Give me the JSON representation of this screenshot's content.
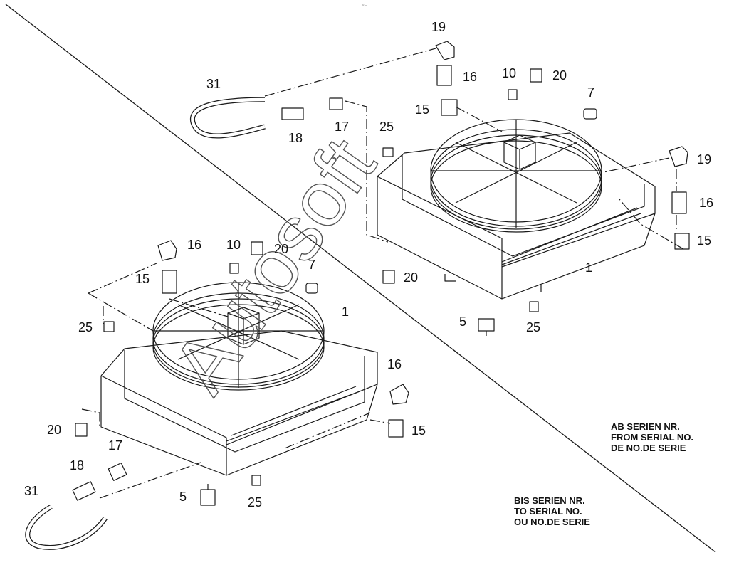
{
  "diagram": {
    "callouts": {
      "r31": "31",
      "r18": "18",
      "r17": "17",
      "r19a": "19",
      "r16a": "16",
      "r15a": "15",
      "r10": "10",
      "r20a": "20",
      "r7": "7",
      "r25a": "25",
      "r19b": "19",
      "r16b": "16",
      "r15b": "15",
      "r20b": "20",
      "r1": "1",
      "r5": "5",
      "r25b": "25",
      "l16a": "16",
      "l10": "10",
      "l20a": "20",
      "l15a": "15",
      "l7": "7",
      "l1": "1",
      "l25a": "25",
      "l16b": "16",
      "l15b": "15",
      "l20b": "20",
      "l17": "17",
      "l18": "18",
      "l31": "31",
      "l5": "5",
      "l25b": "25"
    },
    "notes": {
      "from_serial": [
        "AB SERIEN NR.",
        "FROM SERIAL NO.",
        "DE NO.DE SERIE"
      ],
      "to_serial": [
        "BIS SERIEN NR.",
        "TO SERIAL NO.",
        "OU NO.DE SERIE"
      ]
    },
    "watermark": "Autosoft",
    "colors": {
      "line": "#1a1a1a",
      "watermark": "#555555"
    }
  }
}
